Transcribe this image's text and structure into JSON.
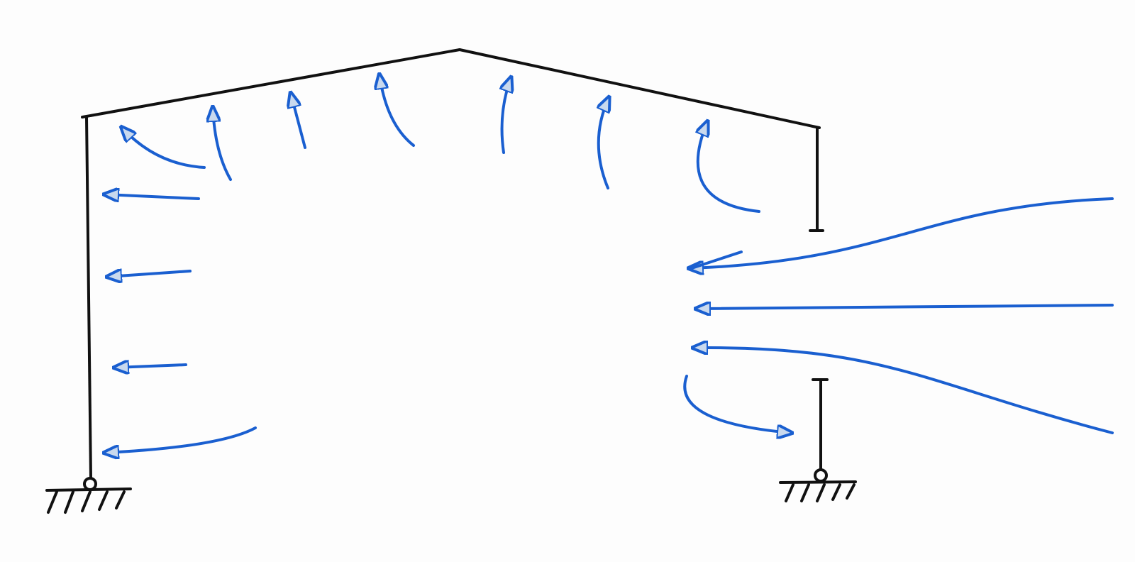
{
  "colors": {
    "frame": "#111111",
    "flow_arrows": "#1a5fd0",
    "arrowhead_fill": "#c9d9ee",
    "background": "#fdfdfd"
  },
  "diagram": {
    "structure": "portal-frame-with-pitched-roof",
    "supports": [
      "pinned-support-left",
      "pinned-support-right"
    ],
    "right_wall_opening": true
  }
}
